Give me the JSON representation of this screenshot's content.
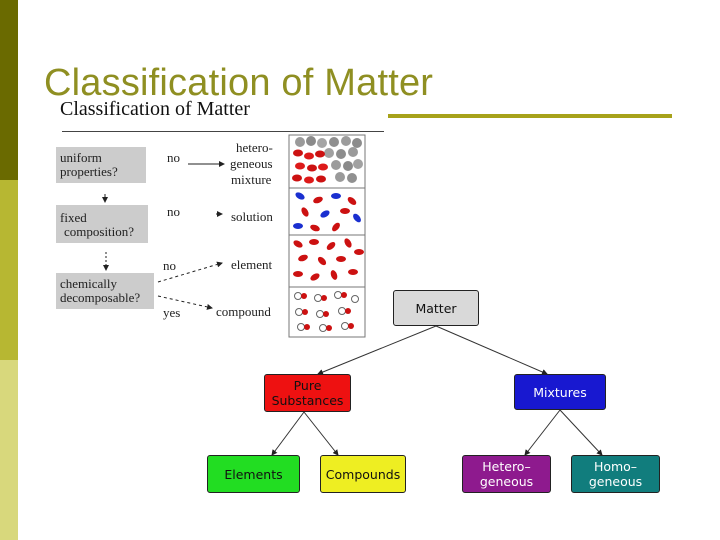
{
  "slide": {
    "title": "Classification of Matter",
    "accent_color": "#a7a21a"
  },
  "figure": {
    "heading": "Classification of Matter",
    "questions": [
      {
        "lines": [
          "uniform",
          "properties?"
        ]
      },
      {
        "lines": [
          "fixed",
          "composition?"
        ]
      },
      {
        "lines": [
          "chemically",
          "decomposable?"
        ]
      }
    ],
    "answers": [
      "no",
      "no",
      "no",
      "yes"
    ],
    "results": [
      "hetero-",
      "geneous",
      "mixture",
      "solution",
      "element",
      "compound"
    ]
  },
  "tree": {
    "root": "Matter",
    "pure": [
      "Pure",
      "Substances"
    ],
    "mixtures": "Mixtures",
    "elements": "Elements",
    "compounds": "Compounds",
    "hetero": [
      "Hetero–",
      "geneous"
    ],
    "homo": [
      "Homo–",
      "geneous"
    ],
    "colors": {
      "root": "#d9d9d9",
      "pure": "#ee1111",
      "mixtures": "#1818d0",
      "elements": "#22dd22",
      "compounds": "#eeee22",
      "hetero": "#8e1a8e",
      "homo": "#117d7d"
    }
  }
}
